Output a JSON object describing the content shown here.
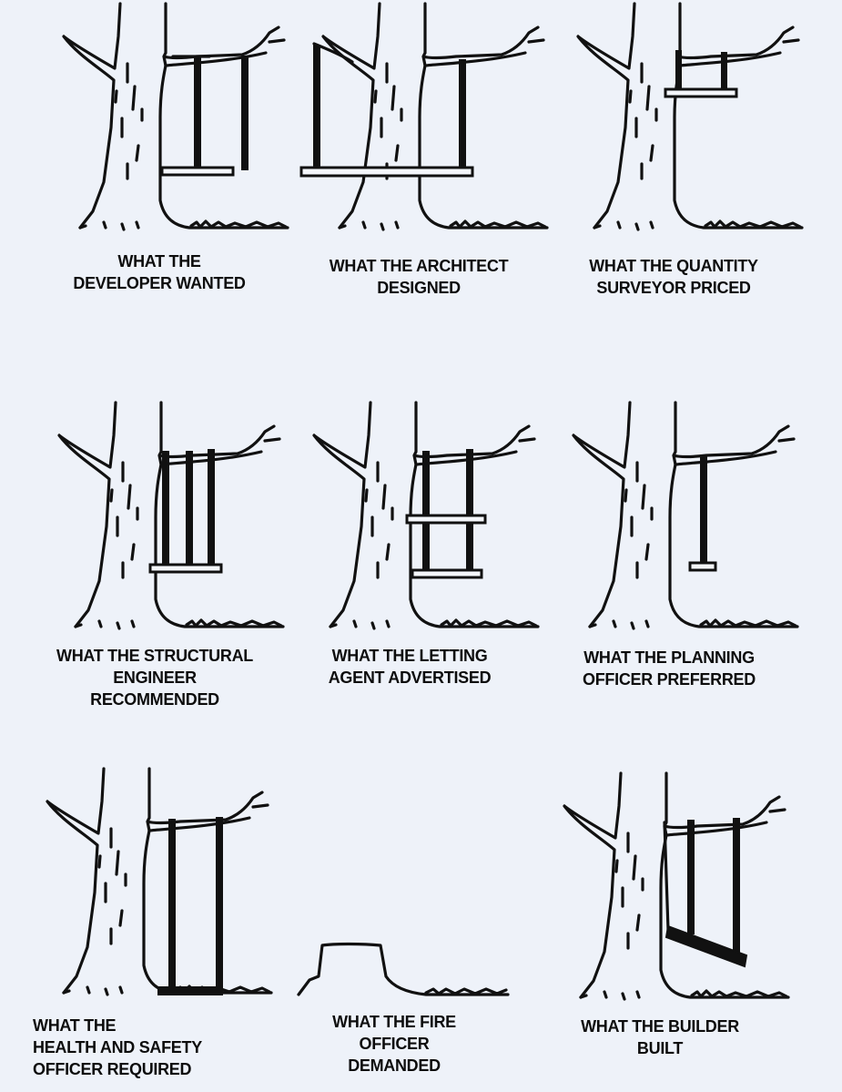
{
  "panels": [
    {
      "line1": "WHAT THE",
      "line2": "DEVELOPER WANTED",
      "line3": ""
    },
    {
      "line1": "WHAT THE ARCHITECT",
      "line2": "DESIGNED",
      "line3": ""
    },
    {
      "line1": "WHAT THE QUANTITY",
      "line2": "SURVEYOR PRICED",
      "line3": ""
    },
    {
      "line1": "WHAT THE STRUCTURAL",
      "line2": "ENGINEER",
      "line3": "RECOMMENDED"
    },
    {
      "line1": "WHAT THE LETTING",
      "line2": "AGENT ADVERTISED",
      "line3": ""
    },
    {
      "line1": "WHAT THE PLANNING",
      "line2": "OFFICER PREFERRED",
      "line3": ""
    },
    {
      "line1": "WHAT THE",
      "line2": "HEALTH AND SAFETY",
      "line3": "OFFICER REQUIRED"
    },
    {
      "line1": "WHAT THE FIRE",
      "line2": "OFFICER",
      "line3": "DEMANDED"
    },
    {
      "line1": "WHAT THE BUILDER",
      "line2": "BUILT",
      "line3": ""
    }
  ]
}
